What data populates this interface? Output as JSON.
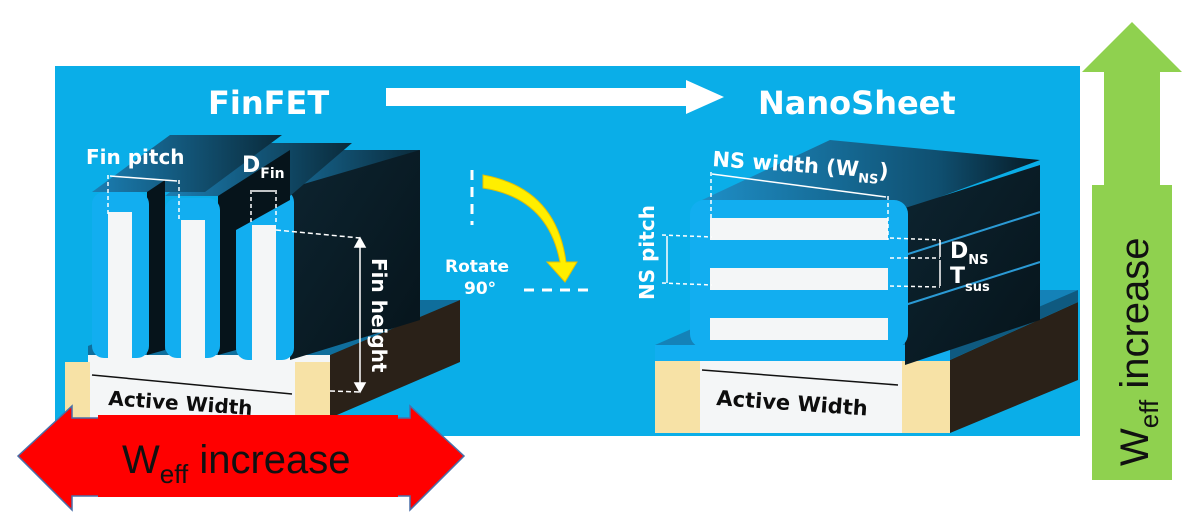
{
  "panel": {
    "background_color": "#0aaee8",
    "from_title": "FinFET",
    "to_title": "NanoSheet"
  },
  "finfet": {
    "fin_pitch_label": "Fin pitch",
    "dfin_label_main": "D",
    "dfin_label_sub": "Fin",
    "fin_height_label": "Fin height",
    "active_width_label": "Active Width",
    "fin_count": 3
  },
  "rotate": {
    "label_line1": "Rotate",
    "label_line2": "90°",
    "arrow_color": "#ffee00"
  },
  "nanosheet": {
    "ns_width_label_main": "NS width (W",
    "ns_width_label_sub": "NS",
    "ns_width_label_close": ")",
    "ns_pitch_label": "NS pitch",
    "dns_label_main": "D",
    "dns_label_sub": "NS",
    "tsus_label_main": "T",
    "tsus_label_sub": "sus",
    "active_width_label": "Active Width",
    "sheet_count": 3
  },
  "horizontal_arrow": {
    "label_main": "W",
    "label_sub": "eff",
    "label_rest": " increase",
    "color": "#ff0000"
  },
  "vertical_arrow": {
    "label_main": "W",
    "label_sub": "eff",
    "label_rest": " increase",
    "color": "#8fd14f"
  },
  "colors": {
    "fin_dark": "#0a1a22",
    "fin_blue": "#12aef0",
    "fin_white": "#f4f6f7",
    "base_tan": "#f7e2a6",
    "base_dark": "#2a2118"
  }
}
